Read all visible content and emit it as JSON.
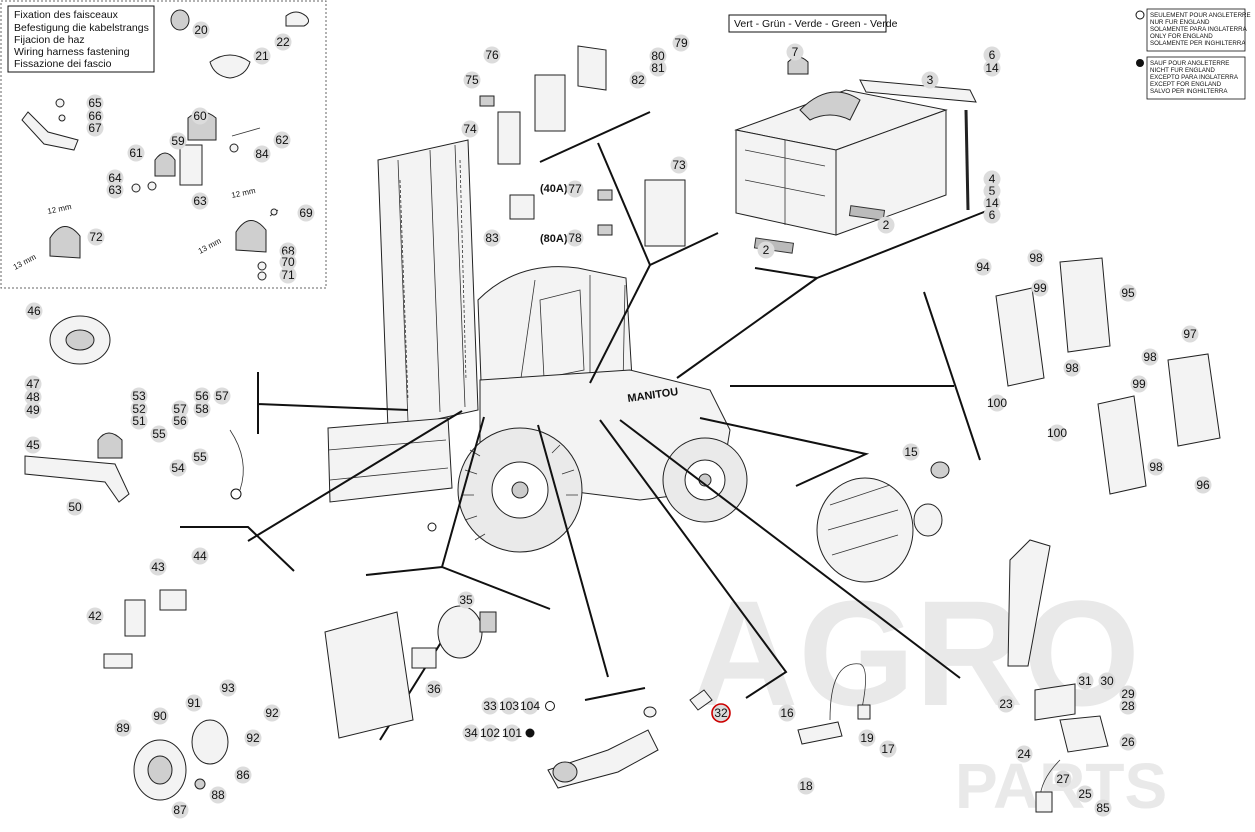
{
  "inset_box": {
    "lines": [
      "Fixation des faisceaux",
      "Befestigung die kabelstrangs",
      "Fijacion de haz",
      "Wiring harness fastening",
      "Fissazione dei fascio"
    ]
  },
  "color_box": {
    "label": "Vert - Grün - Verde - Green - Verde"
  },
  "legend": {
    "open": [
      "SEULEMENT POUR ANGLETERRE",
      "NUR FUR ENGLAND",
      "SOLAMENTE PARA INGLATERRA",
      "ONLY FOR ENGLAND",
      "SOLAMENTE PER INGHILTERRA"
    ],
    "filled": [
      "SAUF POUR ANGLETERRE",
      "NICHT FUR ENGLAND",
      "EXCEPTO PARA INGLATERRA",
      "EXCEPT FOR ENGLAND",
      "SALVO PER INGHILTERRA"
    ]
  },
  "truck_brand": "MANITOU",
  "dimensions": {
    "d1": "12 mm",
    "d2": "13 mm",
    "d3": "12 mm",
    "d4": "13 mm"
  },
  "fuse_ratings": {
    "f40": "(40A)",
    "f80": "(80A)"
  },
  "watermark": {
    "line1": "AGRO",
    "line2": "PARTS"
  },
  "callouts": {
    "c1": "20",
    "c2": "22",
    "c3": "21",
    "c4": "65",
    "c5": "66",
    "c6": "67",
    "c7": "60",
    "c8": "62",
    "c9": "59",
    "c10": "61",
    "c11": "84",
    "c12": "64",
    "c13": "63",
    "c14": "63",
    "c15": "69",
    "c16": "72",
    "c17": "68",
    "c18": "70",
    "c19": "71",
    "c20": "76",
    "c21": "79",
    "c22": "80",
    "c23": "81",
    "c24": "82",
    "c25": "75",
    "c26": "74",
    "c27": "73",
    "c28": "77",
    "c29": "83",
    "c30": "78",
    "c31": "7",
    "c32": "6",
    "c33": "14",
    "c34": "3",
    "c35": "4",
    "c36": "5",
    "c37": "14",
    "c38": "6",
    "c39": "2",
    "c40": "2",
    "c41": "94",
    "c42": "98",
    "c43": "99",
    "c44": "95",
    "c45": "98",
    "c46": "97",
    "c47": "98",
    "c48": "99",
    "c49": "100",
    "c50": "100",
    "c51": "98",
    "c52": "96",
    "c53": "46",
    "c54": "47",
    "c55": "48",
    "c56": "49",
    "c57": "53",
    "c58": "52",
    "c59": "51",
    "c60": "56",
    "c61": "57",
    "c62": "58",
    "c63": "57",
    "c64": "56",
    "c65": "55",
    "c66": "55",
    "c67": "54",
    "c68": "45",
    "c69": "50",
    "c70": "15",
    "c71": "44",
    "c72": "43",
    "c73": "42",
    "c74": "35",
    "c75": "36",
    "c76": "33",
    "c77": "103",
    "c78": "104",
    "c79": "34",
    "c80": "102",
    "c81": "101",
    "c82": "89",
    "c83": "90",
    "c84": "91",
    "c85": "93",
    "c86": "92",
    "c87": "92",
    "c88": "86",
    "c89": "87",
    "c90": "88",
    "c91": "32",
    "c92": "16",
    "c93": "19",
    "c94": "17",
    "c95": "18",
    "c96": "31",
    "c97": "30",
    "c98": "29",
    "c99": "28",
    "c100": "23",
    "c101": "26",
    "c102": "24",
    "c103": "27",
    "c104": "25",
    "c105": "85"
  }
}
